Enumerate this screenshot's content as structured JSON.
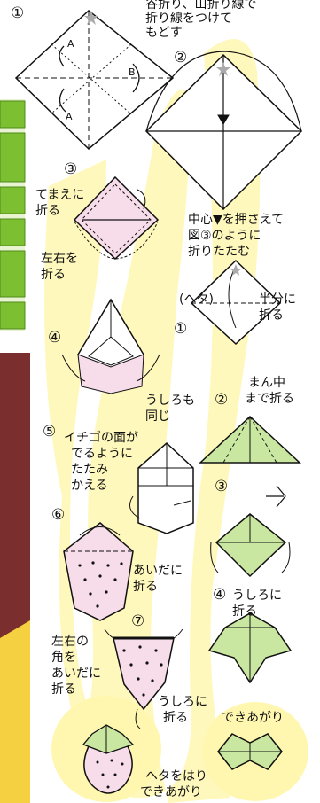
{
  "step_markers": [
    "①",
    "②",
    "③",
    "④",
    "⑤",
    "⑥",
    "⑦"
  ],
  "main_steps": {
    "s1_note": [
      "谷折り、山折り線で",
      "折り線をつけて",
      "もどす"
    ],
    "s1_labels": [
      "A",
      "B",
      "A"
    ],
    "s2_note": [
      "中心▼を押さえて",
      "図③のように",
      "折りたたむ"
    ],
    "s3_front": [
      "てまえに",
      "折る"
    ],
    "s3_sides": [
      "左右を",
      "折る"
    ],
    "s4_note": [
      "うしろも",
      "同じ"
    ],
    "s5_note": [
      "イチゴの面が",
      "でるように",
      "たたみ",
      "かえる"
    ],
    "s6_note": [
      "あいだに",
      "折る"
    ],
    "s7_corners": [
      "左右の",
      "角を",
      "あいだに",
      "折る"
    ],
    "s7_back": [
      "うしろに",
      "折る"
    ],
    "final_note": [
      "ヘタをはり",
      "できあがり"
    ]
  },
  "calyx_steps": {
    "title": "(ヘタ)",
    "c1_note": [
      "半分に",
      "折る"
    ],
    "c2_note": [
      "まん中",
      "まで折る"
    ],
    "c4_note": [
      "うしろに",
      "折る"
    ],
    "done": "できあがり"
  },
  "colors": {
    "strawberry_pink": "#f7dcea",
    "calyx_green": "#c9e7a0",
    "path_yellow": "#fff7b0",
    "maroon": "#7a2e2e",
    "sidebar_green": "#7cbf30",
    "star_gray": "#aaaaaa"
  }
}
